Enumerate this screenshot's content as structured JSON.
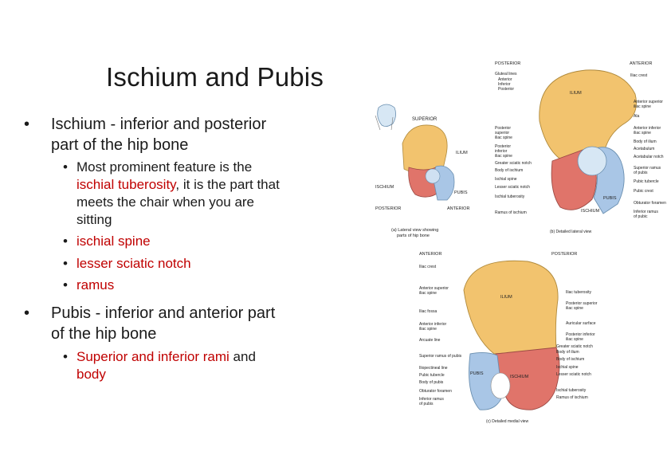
{
  "slide": {
    "title": "Ischium and Pubis",
    "bullets": [
      {
        "marker": "•",
        "text": "Ischium - inferior and posterior",
        "cont": "part of the hip bone"
      },
      {
        "marker": "•",
        "text": "Pubis - inferior and anterior part",
        "cont": "of the hip bone"
      }
    ],
    "ischium_sub": {
      "marker": "•",
      "line1": "Most prominent feature is the",
      "line2_red": "ischial tuberosity",
      "line2_rest": ", it is the part that",
      "line3": "meets the chair when you are",
      "line4": "sitting",
      "items": [
        "ischial spine",
        "lesser sciatic notch",
        "ramus"
      ]
    },
    "pubis_sub": {
      "marker": "•",
      "red1": "Superior and inferior rami",
      "and": " and",
      "red2": "body"
    }
  },
  "figure_a": {
    "superior": "SUPERIOR",
    "ilium": "ILIUM",
    "ischium": "ISCHIUM",
    "pubis": "PUBIS",
    "posterior": "POSTERIOR",
    "anterior": "ANTERIOR",
    "caption1": "(a) Lateral view showing",
    "caption2": "parts of hip bone"
  },
  "figure_b": {
    "posterior": "POSTERIOR",
    "anterior": "ANTERIOR",
    "ilium": "ILIUM",
    "ischium": "ISCHIUM",
    "pubis": "PUBIS",
    "left_labels": [
      "Gluteal lines",
      "Anterior",
      "Inferior",
      "Posterior",
      "Posterior",
      "superior",
      "iliac spine",
      "Posterior",
      "inferior",
      "iliac spine",
      "Greater sciatic notch",
      "Body of ischium",
      "Ischial spine",
      "Lesser sciatic notch",
      "Ischial tuberosity",
      "Ramus of ischium"
    ],
    "right_labels": [
      "Iliac crest",
      "Anterior superior",
      "iliac spine",
      "Ala",
      "Anterior inferior",
      "iliac spine",
      "Body of ilium",
      "Acetabulum",
      "Acetabular notch",
      "Superior ramus",
      "of pubis",
      "Pubic tubercle",
      "Pubic crest",
      "Obturator foramen",
      "Inferior ramus",
      "of pubic"
    ],
    "caption": "(b) Detailed lateral view"
  },
  "figure_c": {
    "anterior": "ANTERIOR",
    "posterior": "POSTERIOR",
    "ilium": "ILIUM",
    "ischium": "ISCHIUM",
    "pubis": "PUBIS",
    "left_labels": [
      "Iliac crest",
      "Anterior superior",
      "iliac spine",
      "Iliac fossa",
      "Anterior inferior",
      "iliac spine",
      "Arcuate line",
      "Superior ramus of pubis",
      "Iliopectineal line",
      "Pubic tubercle",
      "Body of pubis",
      "Obturator foramen",
      "Inferior ramus",
      "of pubis"
    ],
    "right_labels": [
      "Iliac tuberosity",
      "Posterior superior",
      "iliac spine",
      "Auricular surface",
      "Posterior inferior",
      "iliac spine",
      "Greater sciatic notch",
      "Body of ilium",
      "Body of ischium",
      "Ischial spine",
      "Lesser sciatic notch",
      "Ischial tuberosity",
      "Ramus of ischium"
    ],
    "caption": "(c) Detailed medial view"
  },
  "colors": {
    "ilium": "#f2c36e",
    "ischium": "#e0746a",
    "pubis": "#a9c6e6",
    "text_red": "#c00000"
  }
}
